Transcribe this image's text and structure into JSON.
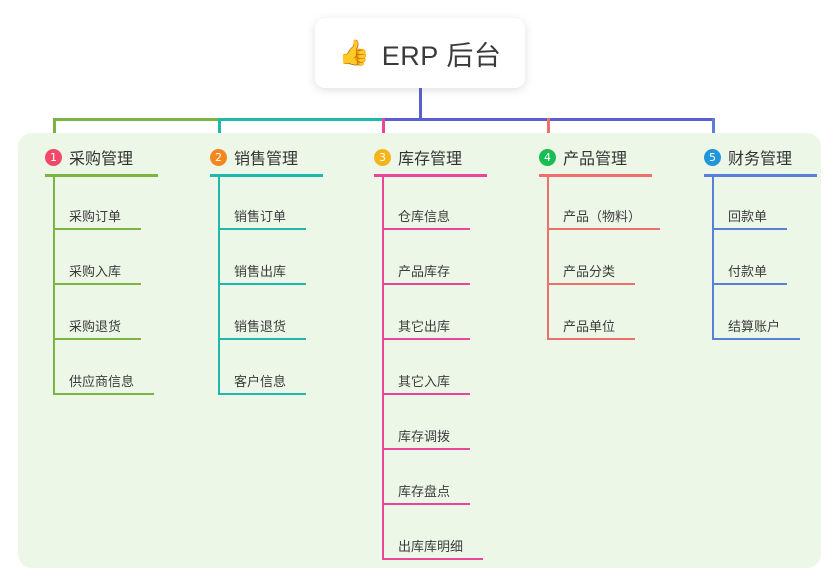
{
  "root": {
    "icon": "thumbs-up-icon",
    "icon_glyph": "👍",
    "title": "ERP 后台",
    "stem_color": "#5a5fd0"
  },
  "panel": {
    "background": "#edf7e7"
  },
  "columns": [
    {
      "number": "1",
      "label": "采购管理",
      "color": "#7cb342",
      "badge_color": "#f2496b",
      "head_rule_width": 113,
      "items": [
        {
          "label": "采购订单",
          "rule_width": 88
        },
        {
          "label": "采购入库",
          "rule_width": 88
        },
        {
          "label": "采购退货",
          "rule_width": 88
        },
        {
          "label": "供应商信息",
          "rule_width": 101
        }
      ]
    },
    {
      "number": "2",
      "label": "销售管理",
      "color": "#1fb8ac",
      "badge_color": "#f5871f",
      "head_rule_width": 113,
      "items": [
        {
          "label": "销售订单",
          "rule_width": 88
        },
        {
          "label": "销售出库",
          "rule_width": 88
        },
        {
          "label": "销售退货",
          "rule_width": 88
        },
        {
          "label": "客户信息",
          "rule_width": 88
        }
      ]
    },
    {
      "number": "3",
      "label": "库存管理",
      "color": "#e8469a",
      "badge_color": "#f5b51a",
      "head_rule_width": 113,
      "items": [
        {
          "label": "仓库信息",
          "rule_width": 88
        },
        {
          "label": "产品库存",
          "rule_width": 88
        },
        {
          "label": "其它出库",
          "rule_width": 88
        },
        {
          "label": "其它入库",
          "rule_width": 88
        },
        {
          "label": "库存调拨",
          "rule_width": 88
        },
        {
          "label": "库存盘点",
          "rule_width": 88
        },
        {
          "label": "出库库明细",
          "rule_width": 101
        }
      ]
    },
    {
      "number": "4",
      "label": "产品管理",
      "color": "#ef6f6c",
      "badge_color": "#1abc54",
      "head_rule_width": 113,
      "items": [
        {
          "label": "产品（物料）",
          "rule_width": 113
        },
        {
          "label": "产品分类",
          "rule_width": 88
        },
        {
          "label": "产品单位",
          "rule_width": 88
        }
      ]
    },
    {
      "number": "5",
      "label": "财务管理",
      "color": "#5a7fd6",
      "badge_color": "#2196d8",
      "head_rule_width": 113,
      "items": [
        {
          "label": "回款单",
          "rule_width": 75
        },
        {
          "label": "付款单",
          "rule_width": 75
        },
        {
          "label": "结算账户",
          "rule_width": 88
        }
      ]
    }
  ]
}
